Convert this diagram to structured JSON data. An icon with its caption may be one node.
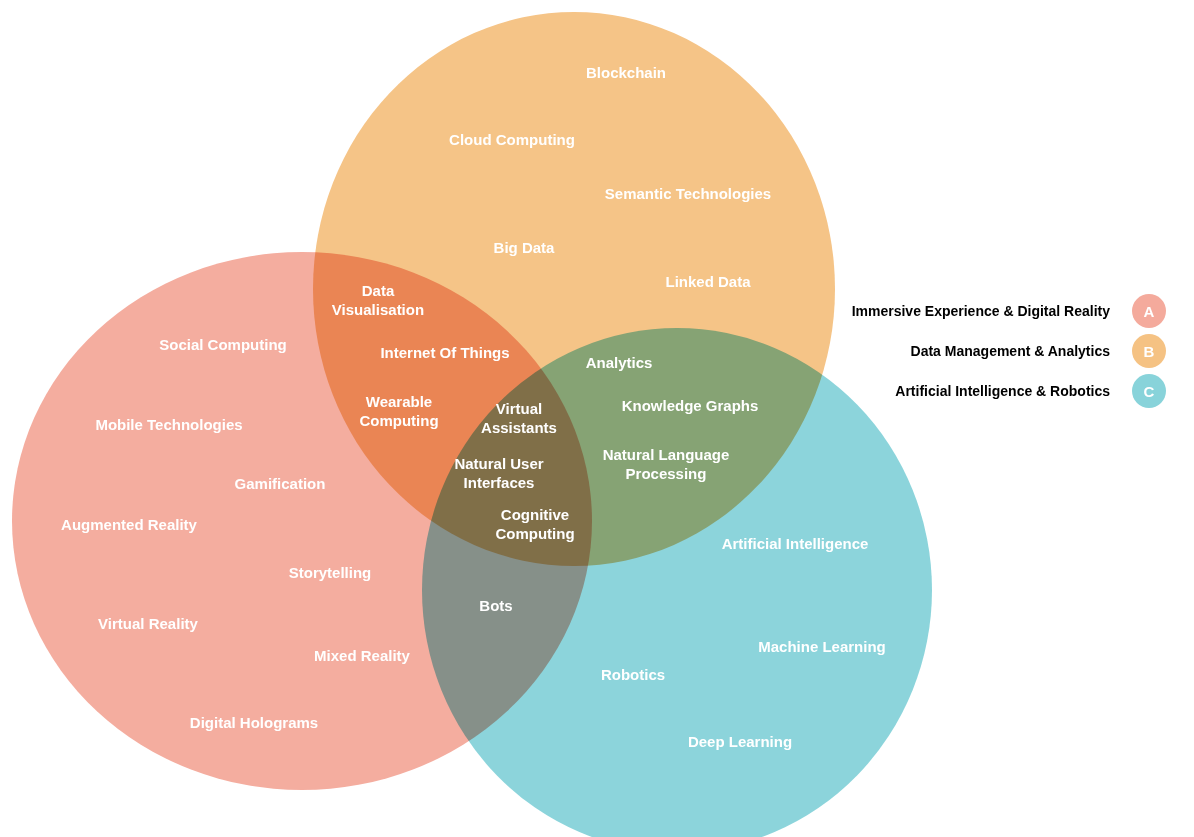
{
  "diagram": {
    "nodes": [
      {
        "text": [],
        "shape": "ellipse"
      },
      {
        "text": [],
        "shape": "ellipse"
      },
      {
        "text": [],
        "shape": "ellipse"
      }
    ],
    "labels": [
      "Blockchain",
      "Cloud Computing",
      "Semantic Technologies",
      "Big Data",
      "Linked Data",
      "Data Visualisation",
      "Social Computing",
      "Internet Of Things",
      "Analytics",
      "Mobile Technologies",
      "Wearable Computing",
      "Virtual Assistants",
      "Knowledge Graphs",
      "Natural Language Processing",
      "Natural User Interfaces",
      "Gamification",
      "Augmented Reality",
      "Cognitive Computing",
      "Artificial Intelligence",
      "Storytelling",
      "Bots",
      "Virtual Reality",
      "Mixed Reality",
      "Machine Learning",
      "Robotics",
      "Digital Holograms",
      "Deep Learning",
      "A",
      "B",
      "C"
    ],
    "legend": [
      {
        "text": "Immersive Experience & Digital Reality",
        "color": "#f4aa9c"
      },
      {
        "text": "Data Management & Analytics",
        "color": "#f5c283"
      },
      {
        "text": "Artificial Intelligence & Robotics",
        "color": "#88d3da"
      }
    ]
  }
}
